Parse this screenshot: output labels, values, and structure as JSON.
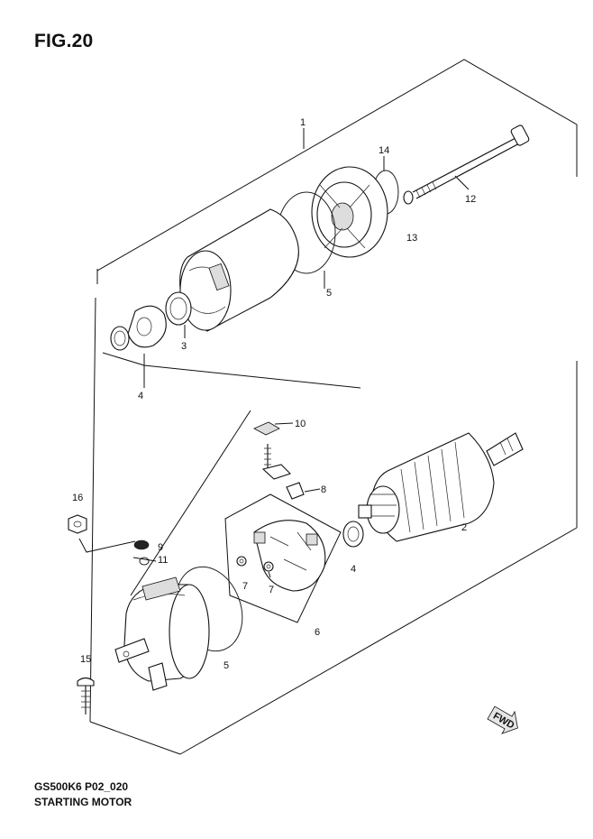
{
  "figure": {
    "title": "FIG.20"
  },
  "footer": {
    "model_code": "GS500K6 P02_020",
    "caption": "STARTING MOTOR"
  },
  "fwd_badge": {
    "label": "FWD"
  },
  "callouts": [
    {
      "id": "c1",
      "label": "1"
    },
    {
      "id": "c14",
      "label": "14"
    },
    {
      "id": "c12",
      "label": "12"
    },
    {
      "id": "c13",
      "label": "13"
    },
    {
      "id": "c5a",
      "label": "5"
    },
    {
      "id": "c3",
      "label": "3"
    },
    {
      "id": "c4a",
      "label": "4"
    },
    {
      "id": "c10",
      "label": "10"
    },
    {
      "id": "c8",
      "label": "8"
    },
    {
      "id": "c2",
      "label": "2"
    },
    {
      "id": "c16",
      "label": "16"
    },
    {
      "id": "c9",
      "label": "9"
    },
    {
      "id": "c11",
      "label": "11"
    },
    {
      "id": "c4b",
      "label": "4"
    },
    {
      "id": "c7a",
      "label": "7"
    },
    {
      "id": "c7b",
      "label": "7"
    },
    {
      "id": "c6",
      "label": "6"
    },
    {
      "id": "c15",
      "label": "15"
    },
    {
      "id": "c5b",
      "label": "5"
    }
  ]
}
